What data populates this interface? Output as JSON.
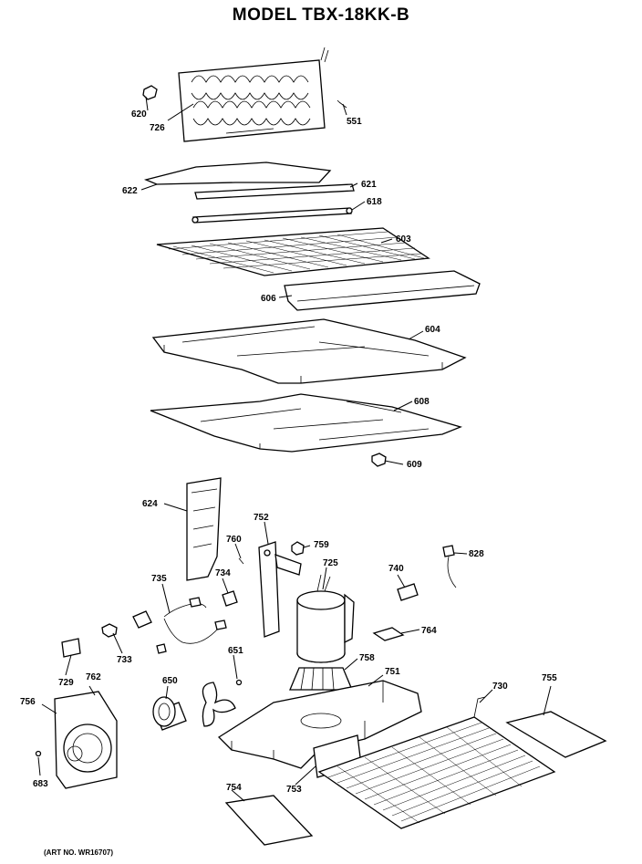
{
  "title": "MODEL TBX-18KK-B",
  "art_number": "(ART NO. WR16707)",
  "parts": [
    {
      "id": "620",
      "label": "620"
    },
    {
      "id": "726",
      "label": "726"
    },
    {
      "id": "551",
      "label": "551"
    },
    {
      "id": "622",
      "label": "622"
    },
    {
      "id": "621",
      "label": "621"
    },
    {
      "id": "618",
      "label": "618"
    },
    {
      "id": "603",
      "label": "603"
    },
    {
      "id": "606",
      "label": "606"
    },
    {
      "id": "604",
      "label": "604"
    },
    {
      "id": "608",
      "label": "608"
    },
    {
      "id": "609",
      "label": "609"
    },
    {
      "id": "624",
      "label": "624"
    },
    {
      "id": "752",
      "label": "752"
    },
    {
      "id": "760",
      "label": "760"
    },
    {
      "id": "759",
      "label": "759"
    },
    {
      "id": "725",
      "label": "725"
    },
    {
      "id": "740",
      "label": "740"
    },
    {
      "id": "828",
      "label": "828"
    },
    {
      "id": "735",
      "label": "735"
    },
    {
      "id": "734",
      "label": "734"
    },
    {
      "id": "764",
      "label": "764"
    },
    {
      "id": "733",
      "label": "733"
    },
    {
      "id": "729",
      "label": "729"
    },
    {
      "id": "762",
      "label": "762"
    },
    {
      "id": "651",
      "label": "651"
    },
    {
      "id": "758",
      "label": "758"
    },
    {
      "id": "751",
      "label": "751"
    },
    {
      "id": "730",
      "label": "730"
    },
    {
      "id": "755",
      "label": "755"
    },
    {
      "id": "756",
      "label": "756"
    },
    {
      "id": "650",
      "label": "650"
    },
    {
      "id": "683",
      "label": "683"
    },
    {
      "id": "754",
      "label": "754"
    },
    {
      "id": "753",
      "label": "753"
    }
  ]
}
